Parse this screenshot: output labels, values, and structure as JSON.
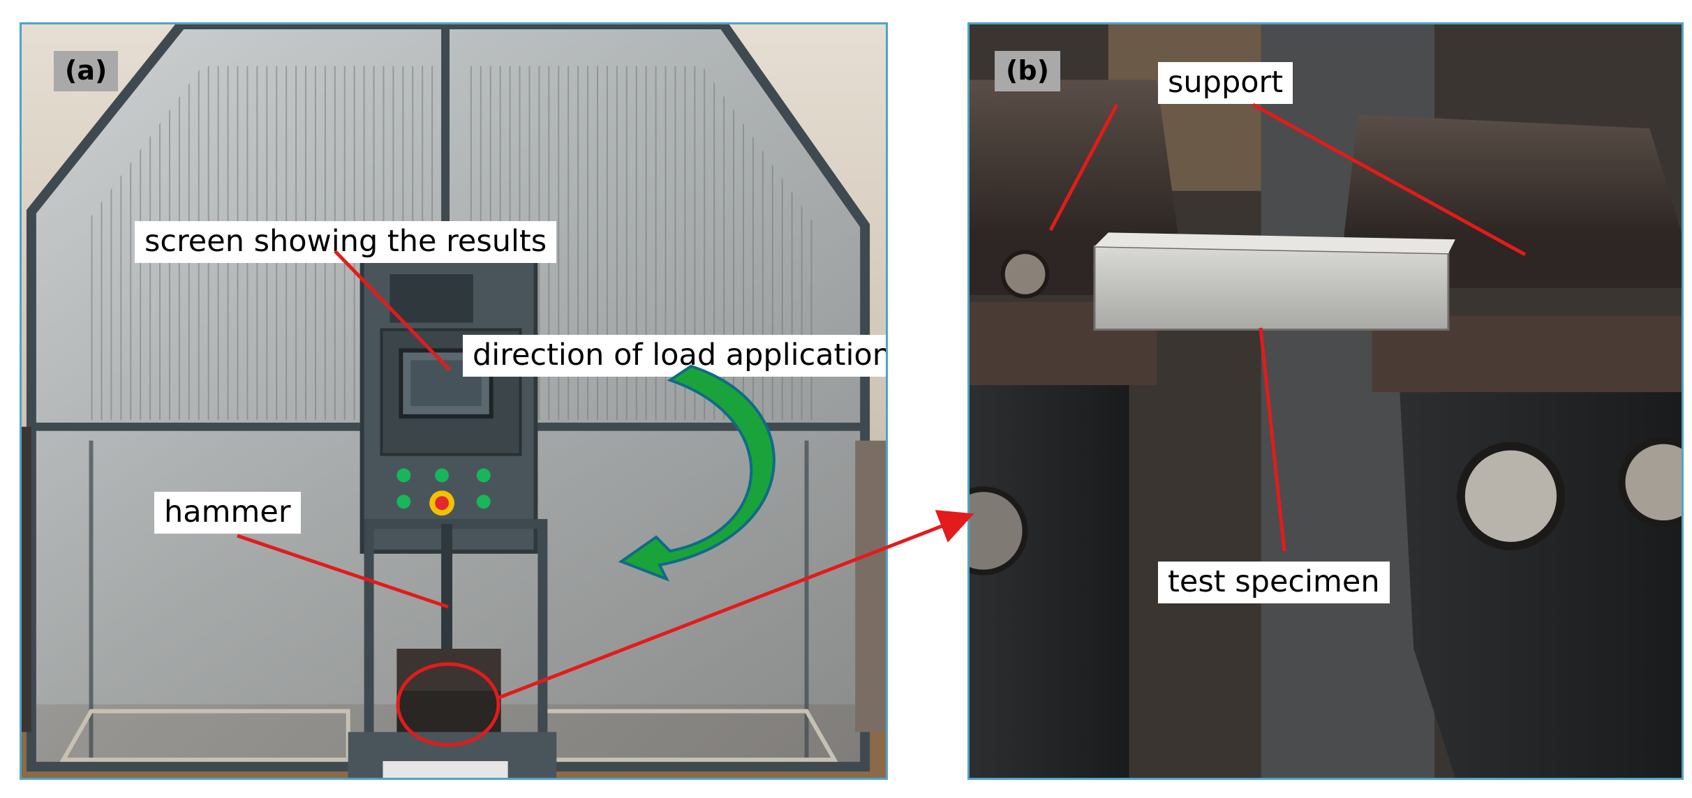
{
  "panel_a": {
    "tag": "(a)",
    "labels": {
      "screen": "screen showing the results",
      "direction": "direction of load application",
      "hammer": "hammer"
    }
  },
  "panel_b": {
    "tag": "(b)",
    "labels": {
      "support": "support",
      "specimen": "test specimen"
    }
  },
  "colors": {
    "panel_border": "#4fa3c7",
    "leader_line": "#e31b1b",
    "load_arrow": "#1aa33a",
    "machine_frame": "#3f4a50"
  }
}
